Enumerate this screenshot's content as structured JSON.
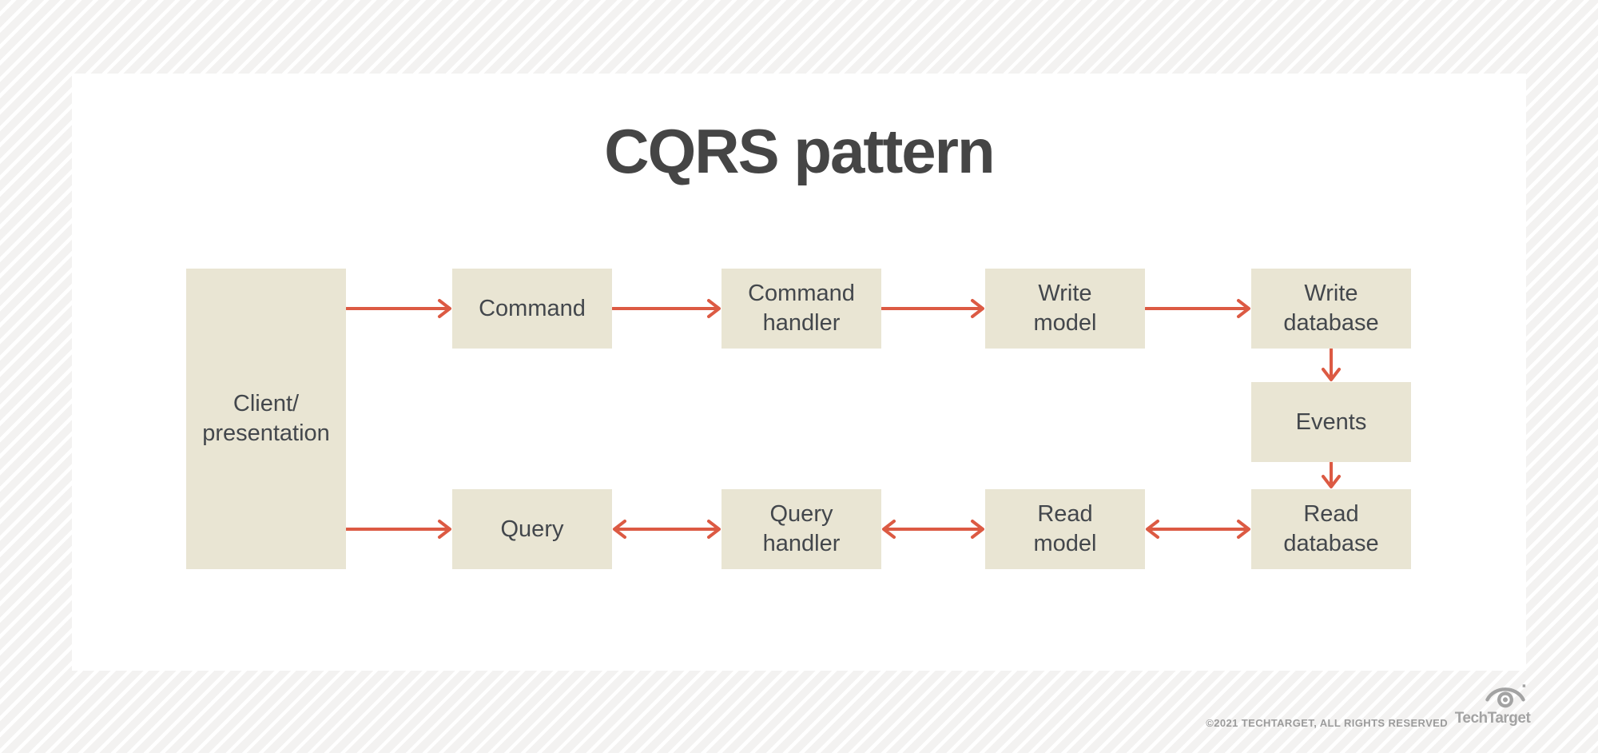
{
  "diagram": {
    "title": "CQRS pattern",
    "nodes": {
      "client": {
        "label": "Client/\npresentation"
      },
      "command": {
        "label": "Command"
      },
      "command_handler": {
        "label": "Command\nhandler"
      },
      "write_model": {
        "label": "Write\nmodel"
      },
      "write_database": {
        "label": "Write\ndatabase"
      },
      "events": {
        "label": "Events"
      },
      "query": {
        "label": "Query"
      },
      "query_handler": {
        "label": "Query\nhandler"
      },
      "read_model": {
        "label": "Read\nmodel"
      },
      "read_database": {
        "label": "Read\ndatabase"
      }
    },
    "connections": [
      {
        "from": "Client/presentation",
        "to": "Command",
        "type": "one-way"
      },
      {
        "from": "Command",
        "to": "Command handler",
        "type": "one-way"
      },
      {
        "from": "Command handler",
        "to": "Write model",
        "type": "one-way"
      },
      {
        "from": "Write model",
        "to": "Write database",
        "type": "one-way"
      },
      {
        "from": "Write database",
        "to": "Events",
        "type": "one-way"
      },
      {
        "from": "Events",
        "to": "Read database",
        "type": "one-way"
      },
      {
        "from": "Client/presentation",
        "to": "Query",
        "type": "one-way"
      },
      {
        "from": "Query",
        "to": "Query handler",
        "type": "two-way"
      },
      {
        "from": "Query handler",
        "to": "Read model",
        "type": "two-way"
      },
      {
        "from": "Read model",
        "to": "Read database",
        "type": "two-way"
      }
    ]
  },
  "footer": {
    "copyright": "©2021 TECHTARGET, ALL RIGHTS RESERVED",
    "logo_text": "TechTarget",
    "logo_icon": "eye-icon"
  },
  "colors": {
    "arrow": "#dc5a43",
    "node_fill": "#e9e5d3",
    "node_text": "#43474c",
    "title_text": "#454545",
    "card_background": "#ffffff",
    "stripe_base": "#f3f2f1",
    "stripe_line": "#ffffff",
    "footer_text": "#9b9b9b",
    "logo_gray": "#a3a3a3"
  }
}
